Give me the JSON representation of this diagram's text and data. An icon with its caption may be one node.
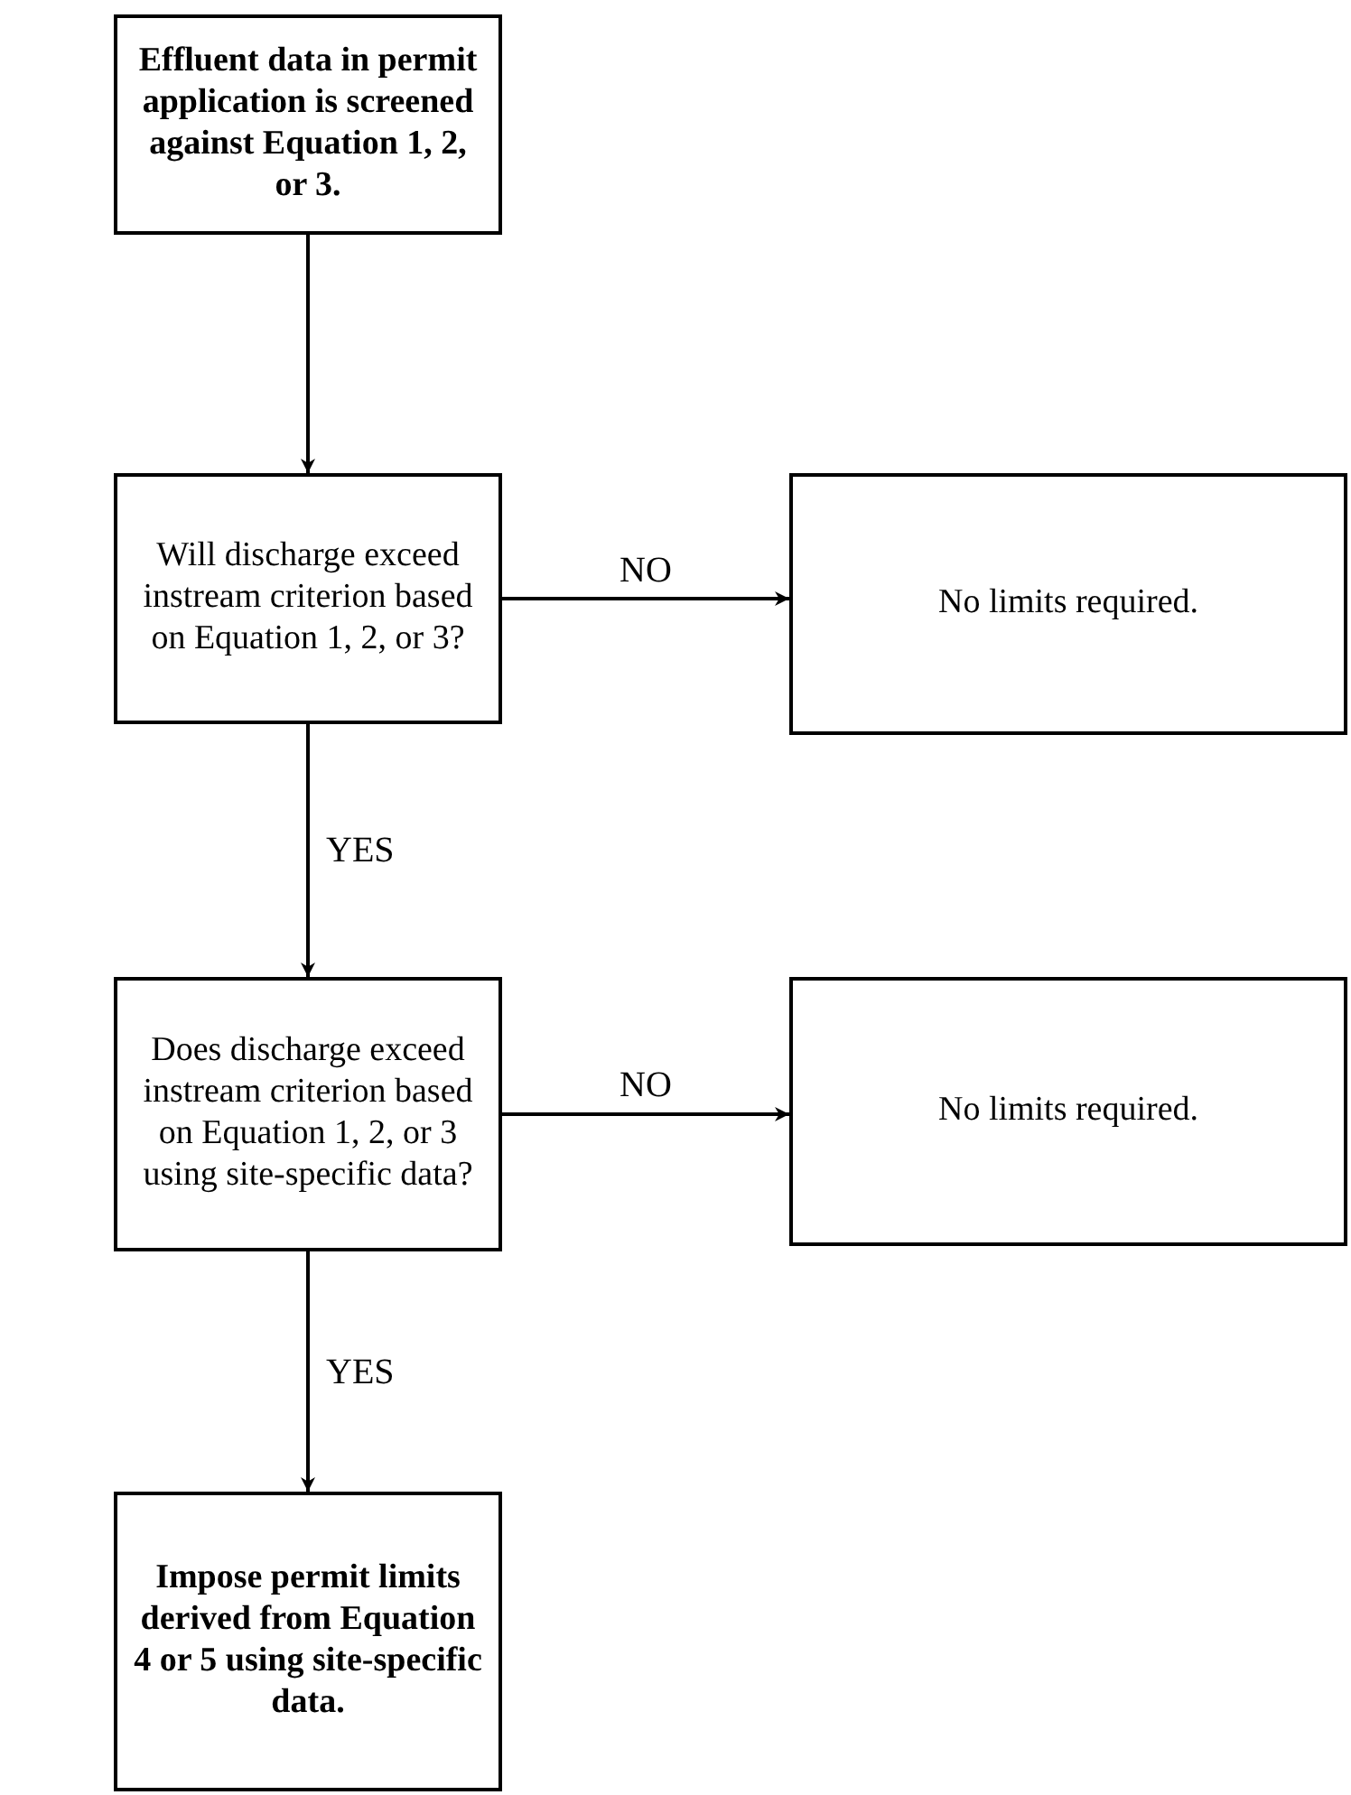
{
  "diagram": {
    "nodes": [
      {
        "text": [
          "Effluent data in permit application is screened against Equation 1, 2, or 3."
        ]
      },
      {
        "text": [
          "Will discharge exceed instream criterion based on Equation 1, 2, or 3?"
        ]
      },
      {
        "text": [
          "No limits required."
        ]
      },
      {
        "text": [
          "Does discharge exceed instream criterion based on Equation 1, 2, or 3 using site-specific data?"
        ]
      },
      {
        "text": [
          "No limits required."
        ]
      },
      {
        "text": [
          "Impose permit limits derived from Equation 4 or 5 using site-specific data."
        ]
      }
    ],
    "edges": [
      {
        "from": 0,
        "to": 1,
        "arrow": "to"
      },
      {
        "from": 1,
        "to": 2,
        "arrow": "to",
        "label": "NO"
      },
      {
        "from": 1,
        "to": 3,
        "arrow": "to",
        "label": "YES"
      },
      {
        "from": 3,
        "to": 4,
        "arrow": "to",
        "label": "NO"
      },
      {
        "from": 3,
        "to": 5,
        "arrow": "to",
        "label": "YES"
      }
    ]
  }
}
